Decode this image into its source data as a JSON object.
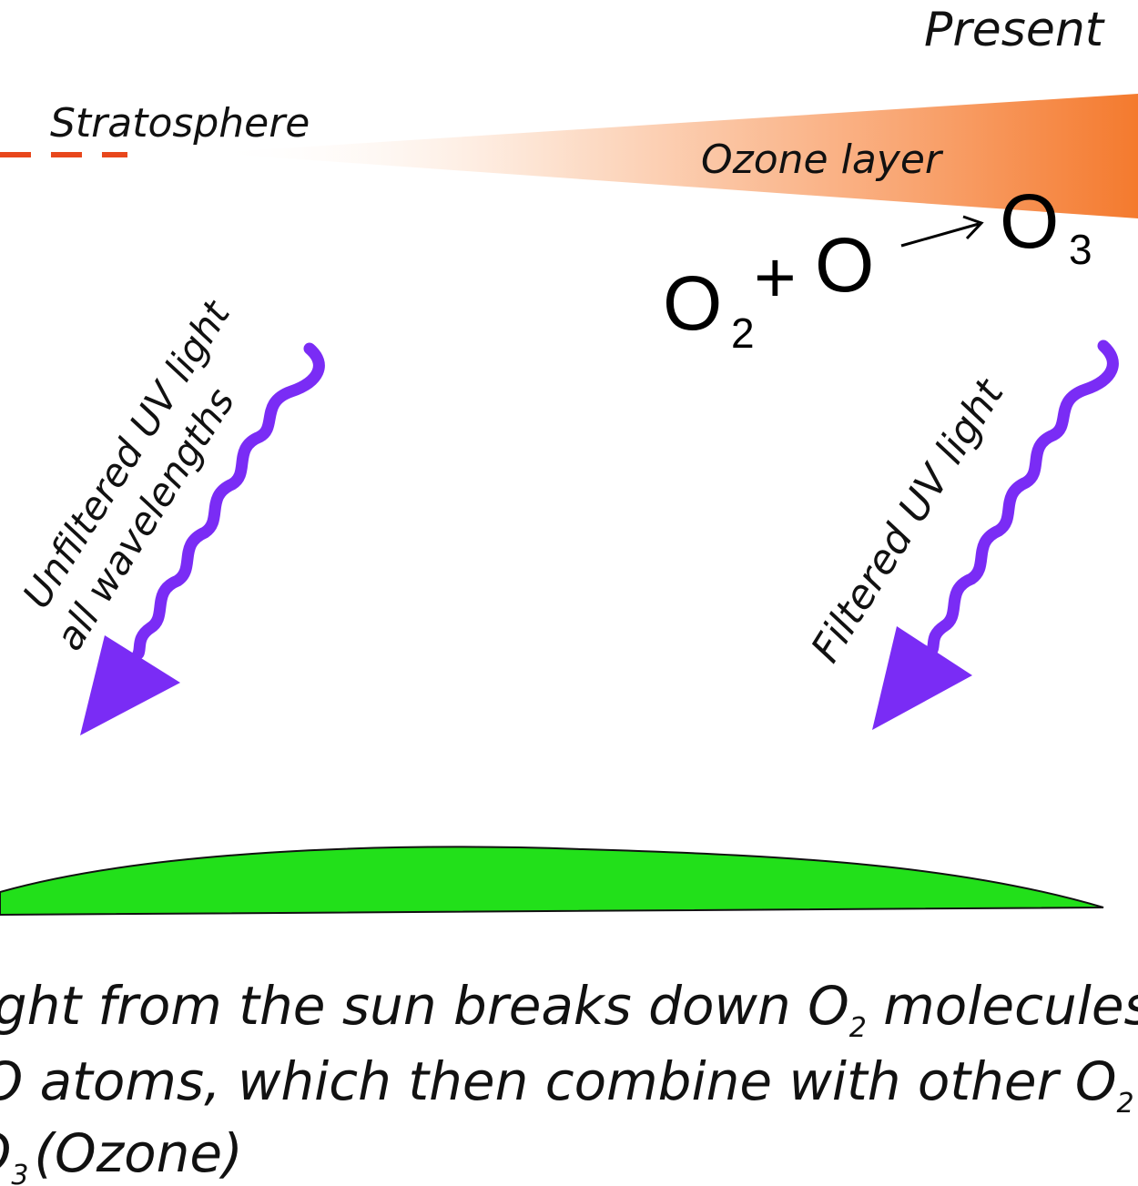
{
  "labels": {
    "present": "Present",
    "stratosphere": "Stratosphere",
    "ozone_layer": "Ozone layer",
    "unfiltered_line1": "Unfiltered UV light",
    "unfiltered_line2": "all wavelengths",
    "filtered": "Filtered UV light"
  },
  "reaction": {
    "o2_symbol": "O",
    "o2_subscript": "2",
    "plus": "+",
    "o_symbol": "O",
    "o3_symbol": "O",
    "o3_subscript": "3"
  },
  "caption": {
    "line1_part1": "UV light from the sun breaks down O",
    "line1_sub": "2",
    "line1_part2": " molecules",
    "line2": "into O atoms, which then combine with other O",
    "line2_sub": "2",
    "line3_part1": "to O",
    "line3_sub": "3",
    "line3_part2": "(Ozone)"
  },
  "colors": {
    "ozone_gradient_start": "#ffffff",
    "ozone_gradient_end": "#f47a2e",
    "stratosphere_dash": "#e8471c",
    "uv_light": "#7a2cf5",
    "earth_surface": "#22e01a"
  }
}
